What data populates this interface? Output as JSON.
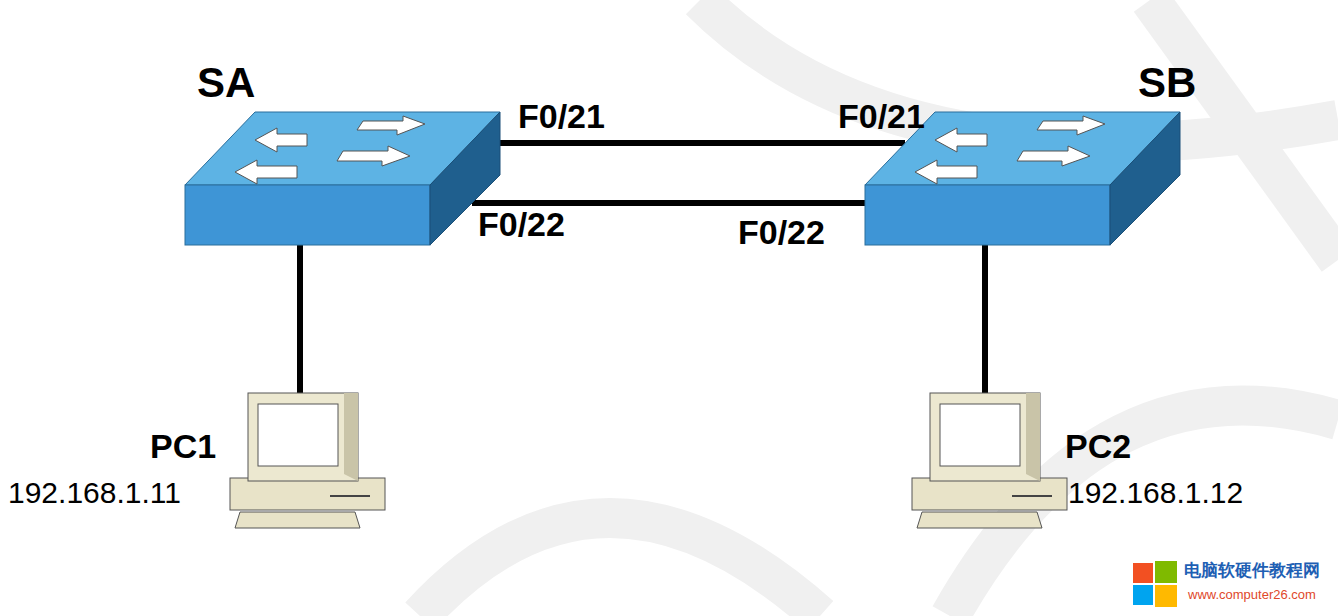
{
  "diagram": {
    "nodes": [
      {
        "text": [
          "SA"
        ]
      },
      {
        "text": [
          "SB"
        ]
      },
      {
        "text": [
          "PC1",
          "192.168.1.11"
        ]
      },
      {
        "text": [
          "PC2",
          "192.168.1.12"
        ]
      }
    ],
    "edges": [
      {
        "from": 0,
        "to": 1,
        "arrow": "none"
      },
      {
        "from": 0,
        "to": 1,
        "arrow": "none"
      },
      {
        "from": 0,
        "to": 2,
        "arrow": "none"
      },
      {
        "from": 1,
        "to": 3,
        "arrow": "none"
      }
    ],
    "labels": [
      "F0/21",
      "F0/21",
      "F0/22",
      "F0/22",
      "电脑软硬件教程网",
      "www.computer26.com"
    ]
  }
}
